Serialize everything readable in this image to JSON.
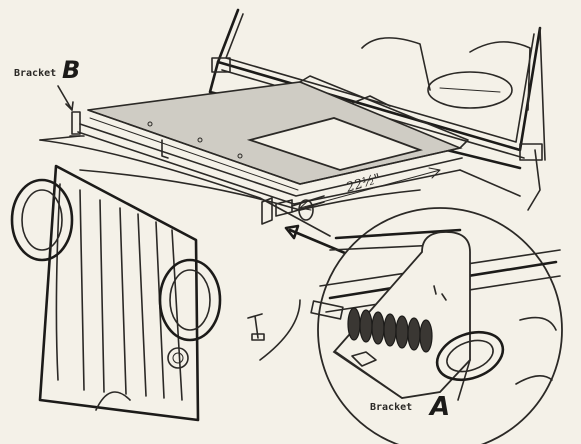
{
  "labels": {
    "bracket_b_word": "Bracket",
    "bracket_b_letter": "B",
    "bracket_a_word": "Bracket",
    "bracket_a_letter": "A",
    "dimension": "22½\""
  },
  "colors": {
    "ink": "#2b2926",
    "paper": "#f4f1e8",
    "top_fill": "#cfccc4"
  }
}
